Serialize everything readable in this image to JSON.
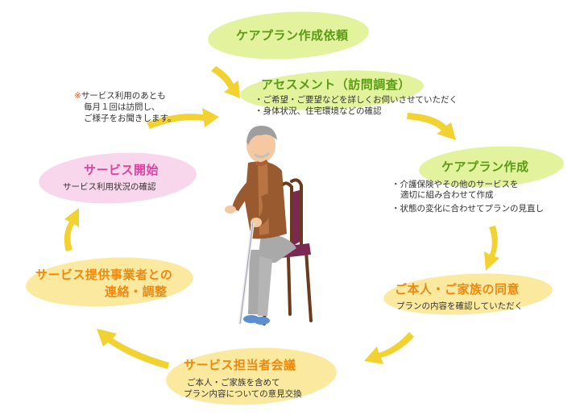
{
  "colors": {
    "green_bubble": "#e3f29c",
    "yellow_bubble": "#fbe9a0",
    "pink_bubble": "#f8d6ec",
    "green_title": "#5a9b16",
    "orange_title": "#ec8a10",
    "pink_title": "#d6459e",
    "arrow": "#f2d230",
    "note_mark": "#e8562a"
  },
  "steps": {
    "request": {
      "title": "ケアプラン作成依頼"
    },
    "assessment": {
      "title": "アセスメント（訪問調査）",
      "items": [
        "ご希望・ご要望などを詳しくお伺いさせていただく",
        "身体状況、住宅環境などの確認"
      ]
    },
    "plan": {
      "title": "ケアプラン作成",
      "items": [
        "介護保険やその他のサービスを",
        "適切に組み合わせて作成",
        "状態の変化に合わせてプランの見直し"
      ]
    },
    "consent": {
      "title": "ご本人・ご家族の同意",
      "desc": "プランの内容を確認していただく"
    },
    "meeting": {
      "title": "サービス担当者会議",
      "desc": [
        "ご本人・ご家族を含めて",
        "プラン内容についての意見交換"
      ]
    },
    "coordination": {
      "title": [
        "サービス提供事業者との",
        "連絡・調整"
      ]
    },
    "start": {
      "title": "サービス開始",
      "desc": "サービス利用状況の確認"
    }
  },
  "note": {
    "mark": "※",
    "lines": [
      "サービス利用のあとも",
      "毎月１回は訪問し、",
      "ご様子をお聞きします。"
    ]
  },
  "icons": {
    "figure": "elderly-man-on-chair-illustration",
    "arrow": "curved-arrow-icon"
  }
}
